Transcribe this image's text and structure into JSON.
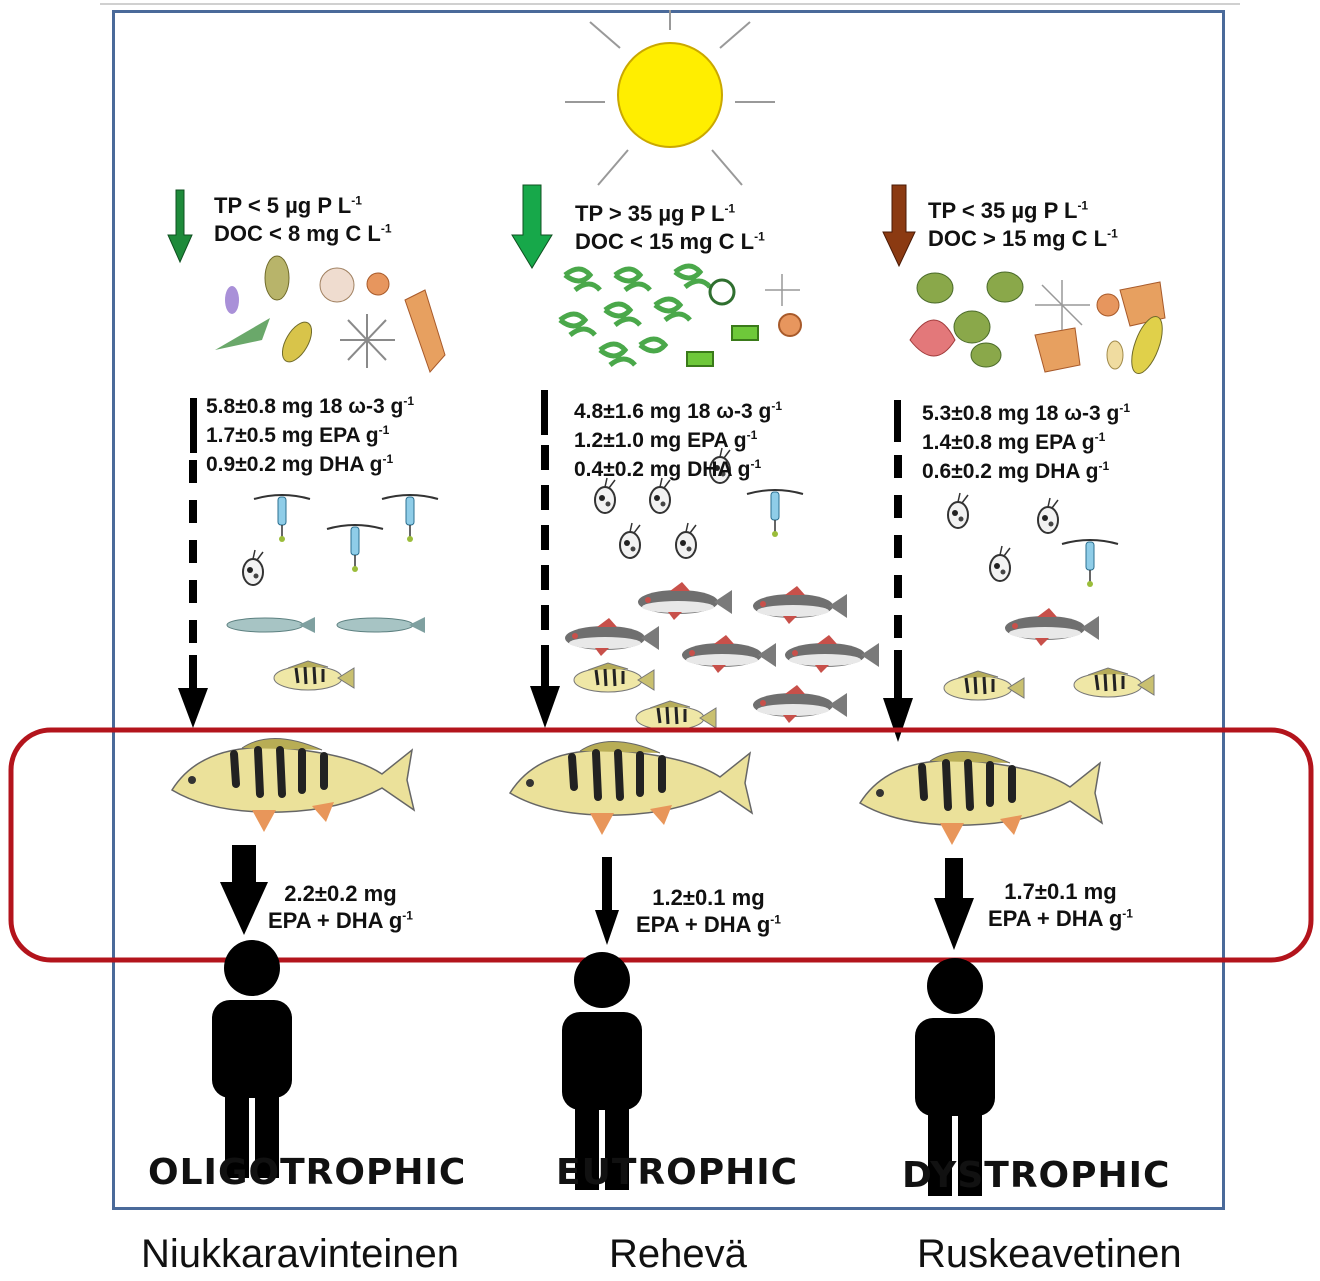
{
  "columns": [
    {
      "id": "oligo",
      "nutrients": [
        "TP < 5 µg P L-1",
        "DOC < 8 mg C L-1"
      ],
      "fatty_acids": [
        "5.8±0.8 mg 18 ω-3 g-1",
        "1.7±0.5 mg EPA g-1",
        "0.9±0.2 mg DHA g-1"
      ],
      "perch_dose": [
        "2.2±0.2 mg",
        "EPA + DHA g-1"
      ],
      "trophic_label": "OLIGOTROPHIC",
      "finnish_label": "Niukkaravinteinen",
      "arrow_color": "#1e8a3a"
    },
    {
      "id": "eu",
      "nutrients": [
        "TP > 35 µg P L-1",
        "DOC < 15 mg C L-1"
      ],
      "fatty_acids": [
        "4.8±1.6 mg  18 ω-3 g-1",
        "1.2±1.0 mg EPA g-1",
        "0.4±0.2 mg DHA g-1"
      ],
      "perch_dose": [
        "1.2±0.1 mg",
        "EPA + DHA g-1"
      ],
      "trophic_label": "EUTROPHIC",
      "finnish_label": "Rehevä",
      "arrow_color": "#17a84a"
    },
    {
      "id": "dys",
      "nutrients": [
        "TP < 35 µg P L-1",
        "DOC > 15 mg C L-1"
      ],
      "fatty_acids": [
        "5.3±0.8 mg  18 ω-3 g-1",
        "1.4±0.8 mg EPA g-1",
        "0.6±0.2 mg DHA g-1"
      ],
      "perch_dose": [
        "1.7±0.1 mg",
        "EPA + DHA g-1"
      ],
      "trophic_label": "DYSTROPHIC",
      "finnish_label": "Ruskeavetinen",
      "arrow_color": "#8b3a12"
    }
  ],
  "colors": {
    "frame": "#4a6a9a",
    "highlight": "#b3141c",
    "sun": "#ffee00",
    "human": "#000000"
  }
}
